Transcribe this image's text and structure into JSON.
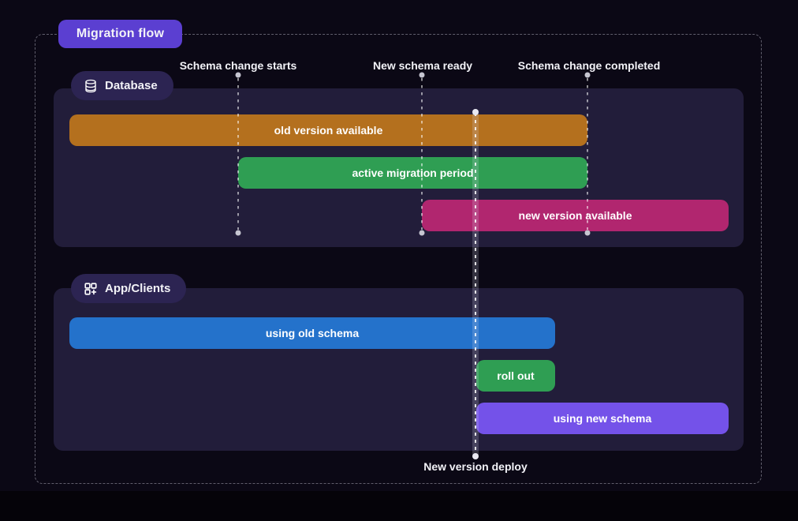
{
  "page": {
    "title": "Migration flow"
  },
  "timeline": {
    "events": [
      {
        "label": "Schema change starts"
      },
      {
        "label": "New schema ready"
      },
      {
        "label": "Schema change completed"
      }
    ],
    "deploy_label": "New version deploy"
  },
  "database_section": {
    "label": "Database",
    "bars": [
      {
        "label": "old version available",
        "color": "#b4701e"
      },
      {
        "label": "active migration period",
        "color": "#2f9e53"
      },
      {
        "label": "new version available",
        "color": "#b1266f"
      }
    ]
  },
  "app_section": {
    "label": "App/Clients",
    "bars": [
      {
        "label": "using old schema",
        "color": "#2472cb"
      },
      {
        "label": "roll out",
        "color": "#2f9e53"
      },
      {
        "label": "using new schema",
        "color": "#7452e9"
      }
    ]
  },
  "colors": {
    "background": "#0b0815",
    "panel": "#221d3a",
    "title_badge": "#5b3fd1",
    "section_pill": "#2c2452",
    "bar_orange": "#b4701e",
    "bar_green": "#2f9e53",
    "bar_magenta": "#b1266f",
    "bar_blue": "#2472cb",
    "bar_purple": "#7452e9"
  }
}
